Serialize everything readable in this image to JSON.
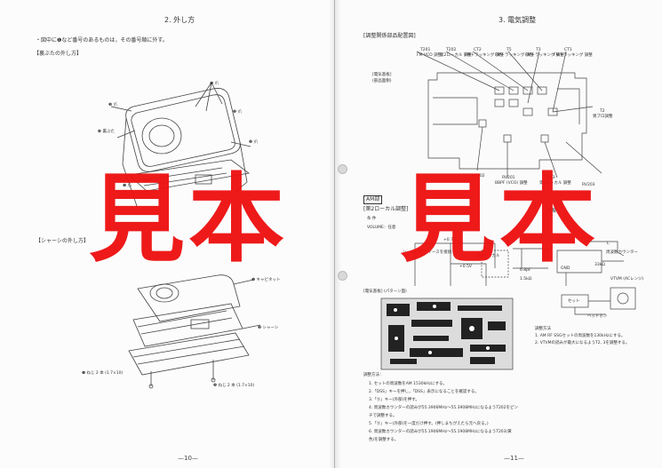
{
  "left_page": {
    "section_title": "2. 外し方",
    "note": "・図中に❶など番号のあるものは，その番号順に外す。",
    "cover_heading": "【裏ぶたの外し方】",
    "cover_labels": [
      "❶ 爪",
      "❸ 爪",
      "❷ 爪",
      "❹ 裏ぶた",
      "❷ 爪",
      "❶ 爪"
    ],
    "chassis_heading": "【シャーシの外し方】",
    "chassis_labels": [
      "❶ キャビネット",
      "❸ シャーシ",
      "❶ ねじ 2 本 (1.7×10)",
      "❷ ねじ 2 本 (1.7×10)"
    ],
    "page_number": "—10—"
  },
  "right_page": {
    "section_title": "3. 電気調整",
    "parts_heading": "[調整関係部品配置図]",
    "board_label_1": "[電気基板]",
    "board_label_2": "(部品面側)",
    "top_parts": [
      {
        "name": "T201",
        "desc": "FM VCO 調整"
      },
      {
        "name": "T202",
        "desc": "第2ローカル 調整"
      },
      {
        "name": "CT2",
        "desc": "FMトラッキング 調整"
      },
      {
        "name": "T5",
        "desc": "FMトラッキング 調整"
      },
      {
        "name": "T3",
        "desc": "FMトラッキング 調整"
      },
      {
        "name": "CT1",
        "desc": "FMトラッキング 調整"
      }
    ],
    "right_part": {
      "name": "T2",
      "desc": "異ブロ調整"
    },
    "bottom_parts": [
      {
        "name": "RV202",
        "desc": ""
      },
      {
        "name": "RV201",
        "desc": "BBPF (VCO) 調整"
      },
      {
        "name": "T203",
        "desc": "第2ローカル 調整"
      },
      {
        "name": "",
        "desc": "RV203"
      }
    ],
    "am_badge": "AM部",
    "second_local_heading": "[第2ローカル調整]",
    "condition_label": "条 件",
    "volume_label": "VOLUME：任意",
    "side_badge": "[案",
    "board_pattern_label": "[電気基板] (パターン面)",
    "circuit_labels": [
      "+0.7V",
      "シールド線で ケースを接続",
      "+0.5V",
      "第2ローカル",
      "6.8pF",
      "1.5kΩ",
      "GND",
      "33kΩ",
      "L"
    ],
    "counter_label": "周波数カウンター",
    "meter_label": "VTVM (ACレンジ)",
    "set_label": "セット",
    "headphone_label": "ヘッドホン",
    "adjust_method_right": "調整方法",
    "adjust_right_steps": [
      "1. AM RF SSGセットの周波数を130kHzにする。",
      "2. VTVMの読みが最大になるようT2, 3を調整する。"
    ],
    "adjust_method": "調整方法：",
    "adjust_steps": [
      "1. セットの周波数をAM 1530kHzにする。",
      "2.「DSS」キーを押し，「DSS」表示になることを確認する。",
      "3.「Ⓢ」キー(外部)を押す。",
      "4. 周波数カウンターの読みが55.3906MHz〜55.3908MHzになるようT202をピン",
      "   チで調整する。",
      "5.「Ⓢ」キー(外部)を一度だけ押す。(押しまちがえたら元へ戻る。)",
      "6. 周波数カウンターの読みが55.1906MHz〜55.1908MHzになるようT203(黄",
      "   色)を調整する。"
    ],
    "page_number": "—11—"
  },
  "watermark": {
    "left": "見本",
    "right": "見本",
    "color": "#ee1111"
  }
}
